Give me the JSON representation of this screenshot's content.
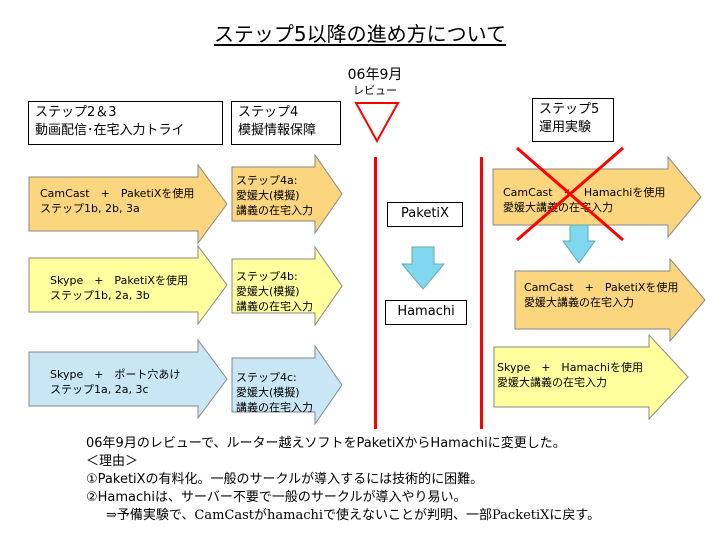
{
  "title": "ステップ5以降の進め方について",
  "review": {
    "date": "06年9月",
    "label": "レビュー"
  },
  "headers": {
    "col1": {
      "line1": "ステップ2＆3",
      "line2": "動画配信･在宅入力トライ"
    },
    "col2": {
      "line1": "ステップ4",
      "line2": "模擬情報保障"
    },
    "col3": {
      "line1": "ステップ5",
      "line2": "運用実験"
    }
  },
  "col1_arrows": [
    {
      "line1": "CamCast　+　PaketiXを使用",
      "line2": "ステップ1b, 2b, 3a",
      "color": "#fcd67e"
    },
    {
      "line1": "Skype　+　PaketiXを使用",
      "line2": "ステップ1b, 2a, 3b",
      "color": "#ffff9e"
    },
    {
      "line1": "Skype　+　ポート穴あけ",
      "line2": "ステップ1a, 2a, 3c",
      "color": "#c9e6f5"
    }
  ],
  "col2_arrows": [
    {
      "line1": "ステップ4a:",
      "line2": "愛媛大(模擬)",
      "line3": "講義の在宅入力",
      "color": "#fcd67e"
    },
    {
      "line1": "ステップ4b:",
      "line2": "愛媛大(模擬)",
      "line3": "講義の在宅入力",
      "color": "#ffff9e"
    },
    {
      "line1": "ステップ4c:",
      "line2": "愛媛大(模擬)",
      "line3": "講義の在宅入力",
      "color": "#c9e6f5"
    }
  ],
  "col3_arrows": [
    {
      "line1": "CamCast　+　Hamachiを使用",
      "line2": "愛媛大講義の在宅入力",
      "color": "#fcd67e"
    },
    {
      "line1": "CamCast　+　PaketiXを使用",
      "line2": "愛媛大講義の在宅入力",
      "color": "#fcd67e"
    },
    {
      "line1": "Skype　+　Hamachiを使用",
      "line2": "愛媛大講義の在宅入力",
      "color": "#ffff9e"
    }
  ],
  "middle": {
    "top_label": "PaketiX",
    "bottom_label": "Hamachi"
  },
  "colors": {
    "red": "#ff0000",
    "cyan": "#7fd8ef"
  },
  "notes": {
    "line1": "06年9月のレビューで、ルーター越えソフトをPaketiXからHamachiに変更した。",
    "line2": "＜理由＞",
    "line3": "①PaketiXの有料化。一般のサークルが導入するには技術的に困難。",
    "line4": "②Hamachiは、サーバー不要で一般のサークルが導入やり易い。",
    "line5": "⇒予備実験で、CamCastがhamachiで使えないことが判明、一部PacketiXに戻す。"
  }
}
